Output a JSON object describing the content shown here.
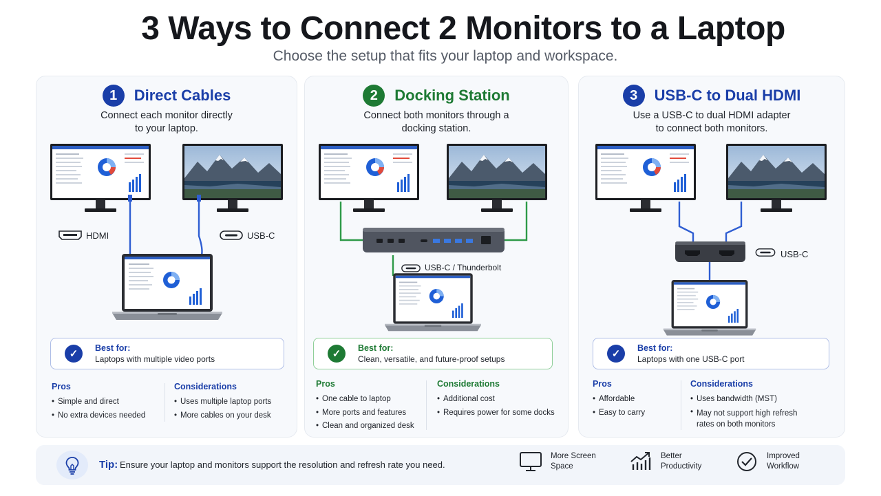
{
  "title": "3 Ways to Connect 2 Monitors to a Laptop",
  "subtitle": "Choose the setup that fits your laptop and workspace.",
  "options": [
    {
      "number": "1",
      "title": "Direct Cables",
      "description": [
        "Connect each monitor directly",
        "to your laptop."
      ],
      "port_labels": [
        "HDMI",
        "USB-C"
      ],
      "best_for_label": "Best for:",
      "best_for": "Laptops with multiple video ports",
      "pros_heading": "Pros",
      "pros": [
        "Simple and direct",
        "No extra devices needed"
      ],
      "cons_heading": "Considerations",
      "cons": [
        "Uses multiple laptop ports",
        "More cables on your desk"
      ],
      "accent": "#1a3ea8"
    },
    {
      "number": "2",
      "title": "Docking Station",
      "description": [
        "Connect both monitors through a",
        "docking station."
      ],
      "port_labels": [
        "USB-C / Thunderbolt"
      ],
      "best_for_label": "Best for:",
      "best_for": "Clean, versatile, and future-proof setups",
      "pros_heading": "Pros",
      "pros": [
        "One cable to laptop",
        "More ports and features",
        "Clean and organized desk"
      ],
      "cons_heading": "Considerations",
      "cons": [
        "Additional cost",
        "Requires power for some docks"
      ],
      "accent": "#1e7a34"
    },
    {
      "number": "3",
      "title": "USB-C to Dual HDMI",
      "description": [
        "Use a USB-C to dual HDMI adapter",
        "to connect both monitors."
      ],
      "port_labels": [
        "USB-C"
      ],
      "best_for_label": "Best for:",
      "best_for": "Laptops with one USB-C port",
      "pros_heading": "Pros",
      "pros": [
        "Affordable",
        "Easy to carry"
      ],
      "cons_heading": "Considerations",
      "cons": [
        "Uses bandwidth (MST)",
        "May not support high refresh rates on both monitors"
      ],
      "accent": "#1a3ea8"
    }
  ],
  "tip": {
    "label": "Tip:",
    "text": "Ensure your laptop and monitors support the resolution and refresh rate you need."
  },
  "benefits": [
    {
      "icon": "monitor-icon",
      "label": [
        "More Screen",
        "Space"
      ]
    },
    {
      "icon": "growth-chart-icon",
      "label": [
        "Better",
        "Productivity"
      ]
    },
    {
      "icon": "checkmark-circle-icon",
      "label": [
        "Improved",
        "Workflow"
      ]
    }
  ]
}
